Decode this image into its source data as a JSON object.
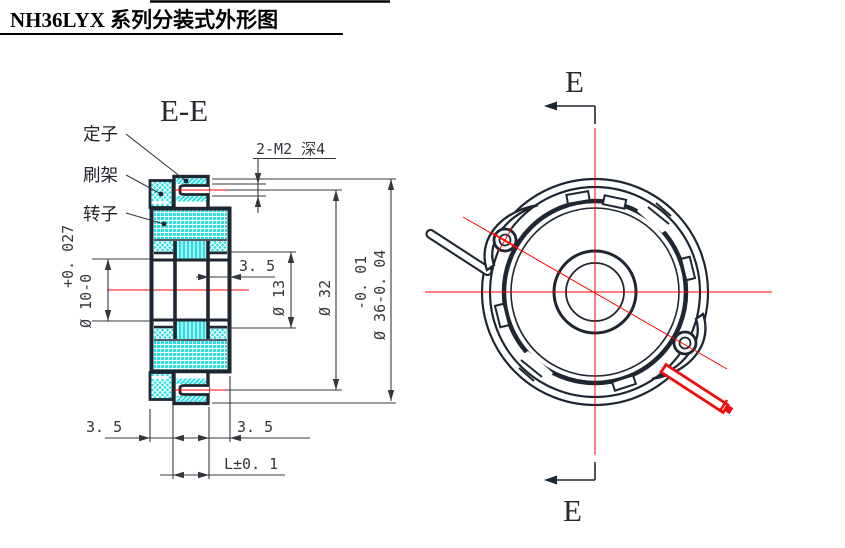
{
  "title": "NH36LYX 系列分装式外形图",
  "colors": {
    "accent_red": "#ff0000",
    "hatch_cyan": "#2adfe6",
    "line_dark": "#1e2631",
    "dim_gray": "#34383e"
  },
  "section_view": {
    "label": "E-E",
    "part_labels": {
      "stator": "定子",
      "brush_holder": "刷架",
      "rotor": "转子"
    },
    "dimensions": {
      "thread": "2-M2 深4",
      "recess_top": "3. 5",
      "recess_left": "3. 5",
      "recess_right": "3. 5",
      "length": "L±0. 1",
      "bore_dia": "Ø 13",
      "bolt_circle_dia": "Ø 32",
      "outer_dia": "Ø 36-0. 04",
      "outer_tol": "-0. 01",
      "shaft_dia": "Ø 10-0",
      "shaft_tol": "+0. 027"
    }
  },
  "front_view": {
    "section_mark_top": "E",
    "section_mark_bottom": "E"
  }
}
